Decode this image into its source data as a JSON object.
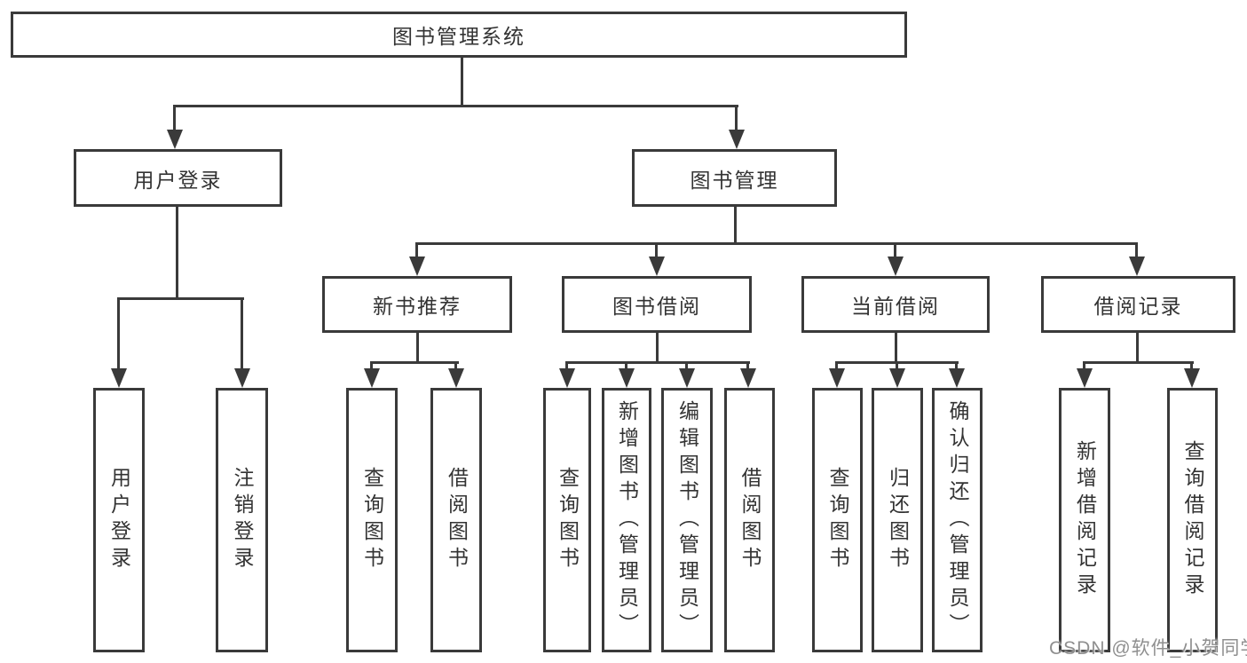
{
  "diagram": {
    "root": {
      "label": "图书管理系统"
    },
    "level2": [
      {
        "label": "用户登录"
      },
      {
        "label": "图书管理"
      }
    ],
    "level3": [
      {
        "label": "新书推荐"
      },
      {
        "label": "图书借阅"
      },
      {
        "label": "当前借阅"
      },
      {
        "label": "借阅记录"
      }
    ],
    "leaves": {
      "user_login": [
        {
          "label": "用户登录"
        },
        {
          "label": "注销登录"
        }
      ],
      "new_book": [
        {
          "label": "查询图书"
        },
        {
          "label": "借阅图书"
        }
      ],
      "book_borrow": [
        {
          "label": "查询图书"
        },
        {
          "label": "新增图书（管理员）"
        },
        {
          "label": "编辑图书（管理员）"
        },
        {
          "label": "借阅图书"
        }
      ],
      "current_borrow": [
        {
          "label": "查询图书"
        },
        {
          "label": "归还图书"
        },
        {
          "label": "确认归还（管理员）"
        }
      ],
      "borrow_record": [
        {
          "label": "新增借阅记录"
        },
        {
          "label": "查询借阅记录"
        }
      ]
    },
    "watermark": "CSDN @软件_小贺同学",
    "colors": {
      "line": "#3a3a3a",
      "text": "#333333",
      "watermark": "#8f8f8f",
      "background": "#ffffff"
    }
  }
}
